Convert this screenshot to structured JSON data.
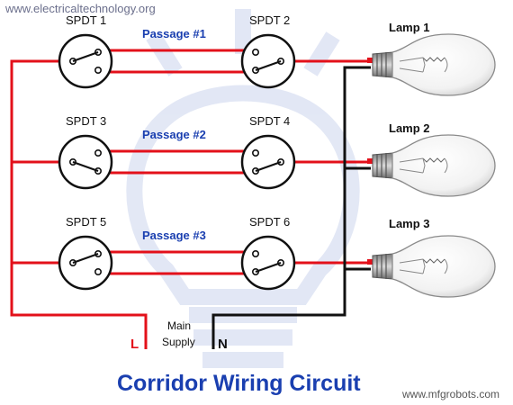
{
  "watermark_top": "www.electricaltechnology.org",
  "watermark_bottom": "www.mfgrobots.com",
  "title": "Corridor Wiring Circuit",
  "switches": {
    "s1": "SPDT 1",
    "s2": "SPDT 2",
    "s3": "SPDT 3",
    "s4": "SPDT 4",
    "s5": "SPDT 5",
    "s6": "SPDT 6"
  },
  "passages": {
    "p1": "Passage #1",
    "p2": "Passage #2",
    "p3": "Passage #3"
  },
  "lamps": {
    "l1": "Lamp 1",
    "l2": "Lamp 2",
    "l3": "Lamp 3"
  },
  "supply": {
    "line1": "Main",
    "line2": "Supply",
    "live": "L",
    "neutral": "N"
  },
  "colors": {
    "live": "#e3101a",
    "neutral": "#111111",
    "passage": "#1a3fb0",
    "title": "#1a3fb0",
    "watermark": "#6b6f8c"
  }
}
